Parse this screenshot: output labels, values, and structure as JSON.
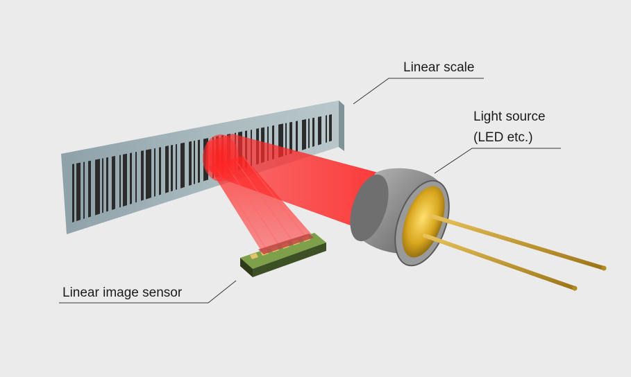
{
  "labels": {
    "linear_scale": "Linear scale",
    "light_source_line1": "Light source",
    "light_source_line2": "(LED etc.)",
    "sensor": "Linear image sensor"
  },
  "colors": {
    "background": "#ebebeb",
    "scale_face": "#8fa4aa",
    "beam": "#ff2a2a",
    "led_metal": "#9a9a9a",
    "led_lens": "#d9a81f",
    "leads": "#c79a2a",
    "sensor_board": "#6a8f3a",
    "leader_lines": "#333333"
  }
}
